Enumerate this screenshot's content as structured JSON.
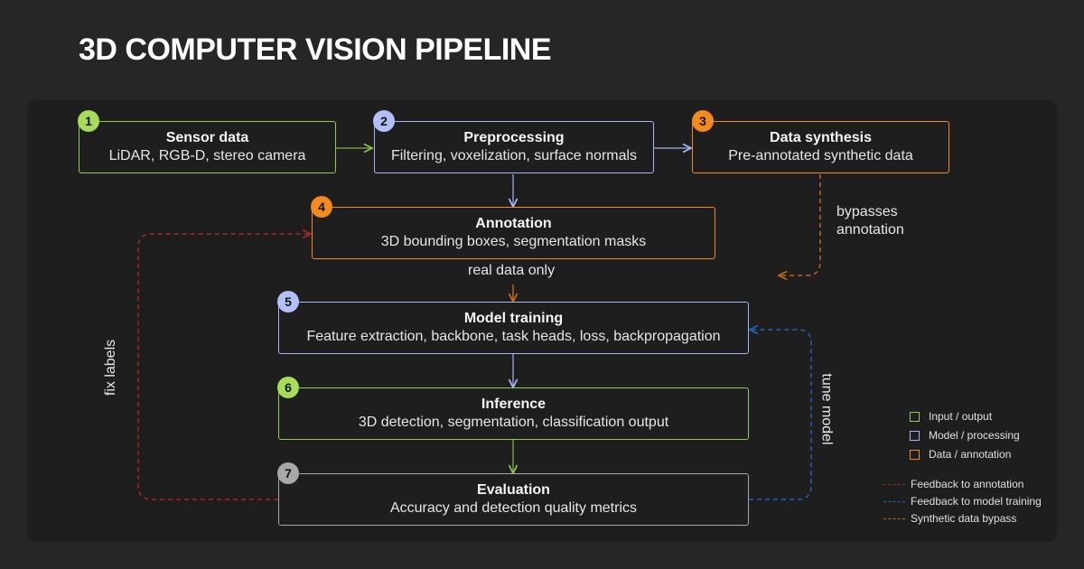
{
  "title": "3D COMPUTER VISION PIPELINE",
  "colors": {
    "input_output": "#8fd14f",
    "model_processing": "#a9b6f5",
    "data_annotation": "#f28a1e",
    "evaluation": "#a8a8a8",
    "feedback_annotation": "#a32626",
    "feedback_model": "#1e64b8",
    "synthetic_bypass": "#c0671c"
  },
  "nodes": [
    {
      "num": "1",
      "title": "Sensor data",
      "subtitle": "LiDAR, RGB-D, stereo camera",
      "category": "input_output"
    },
    {
      "num": "2",
      "title": "Preprocessing",
      "subtitle": "Filtering, voxelization, surface normals",
      "category": "model_processing"
    },
    {
      "num": "3",
      "title": "Data synthesis",
      "subtitle": "Pre-annotated synthetic data",
      "category": "data_annotation"
    },
    {
      "num": "4",
      "title": "Annotation",
      "subtitle": "3D bounding boxes, segmentation masks",
      "category": "data_annotation"
    },
    {
      "num": "5",
      "title": "Model training",
      "subtitle": "Feature extraction, backbone, task heads, loss, backpropagation",
      "category": "model_processing"
    },
    {
      "num": "6",
      "title": "Inference",
      "subtitle": "3D detection, segmentation, classification output",
      "category": "input_output"
    },
    {
      "num": "7",
      "title": "Evaluation",
      "subtitle": "Accuracy and detection quality metrics",
      "category": "evaluation"
    }
  ],
  "edge_labels": {
    "bypass": "bypasses\nannotation",
    "bypass_line1": "bypasses",
    "bypass_line2": "annotation",
    "real_data": "real data only",
    "fix_labels": "fix labels",
    "tune_model": "tune model"
  },
  "legend": {
    "categories": [
      {
        "label": "Input / output",
        "color": "#8fd14f"
      },
      {
        "label": "Model / processing",
        "color": "#a9b6f5"
      },
      {
        "label": "Data / annotation",
        "color": "#f28a1e"
      }
    ],
    "lines": [
      {
        "label": "Feedback to annotation",
        "color": "#a32626"
      },
      {
        "label": "Feedback to model training",
        "color": "#1e64b8"
      },
      {
        "label": "Synthetic data bypass",
        "color": "#c0671c"
      }
    ]
  }
}
